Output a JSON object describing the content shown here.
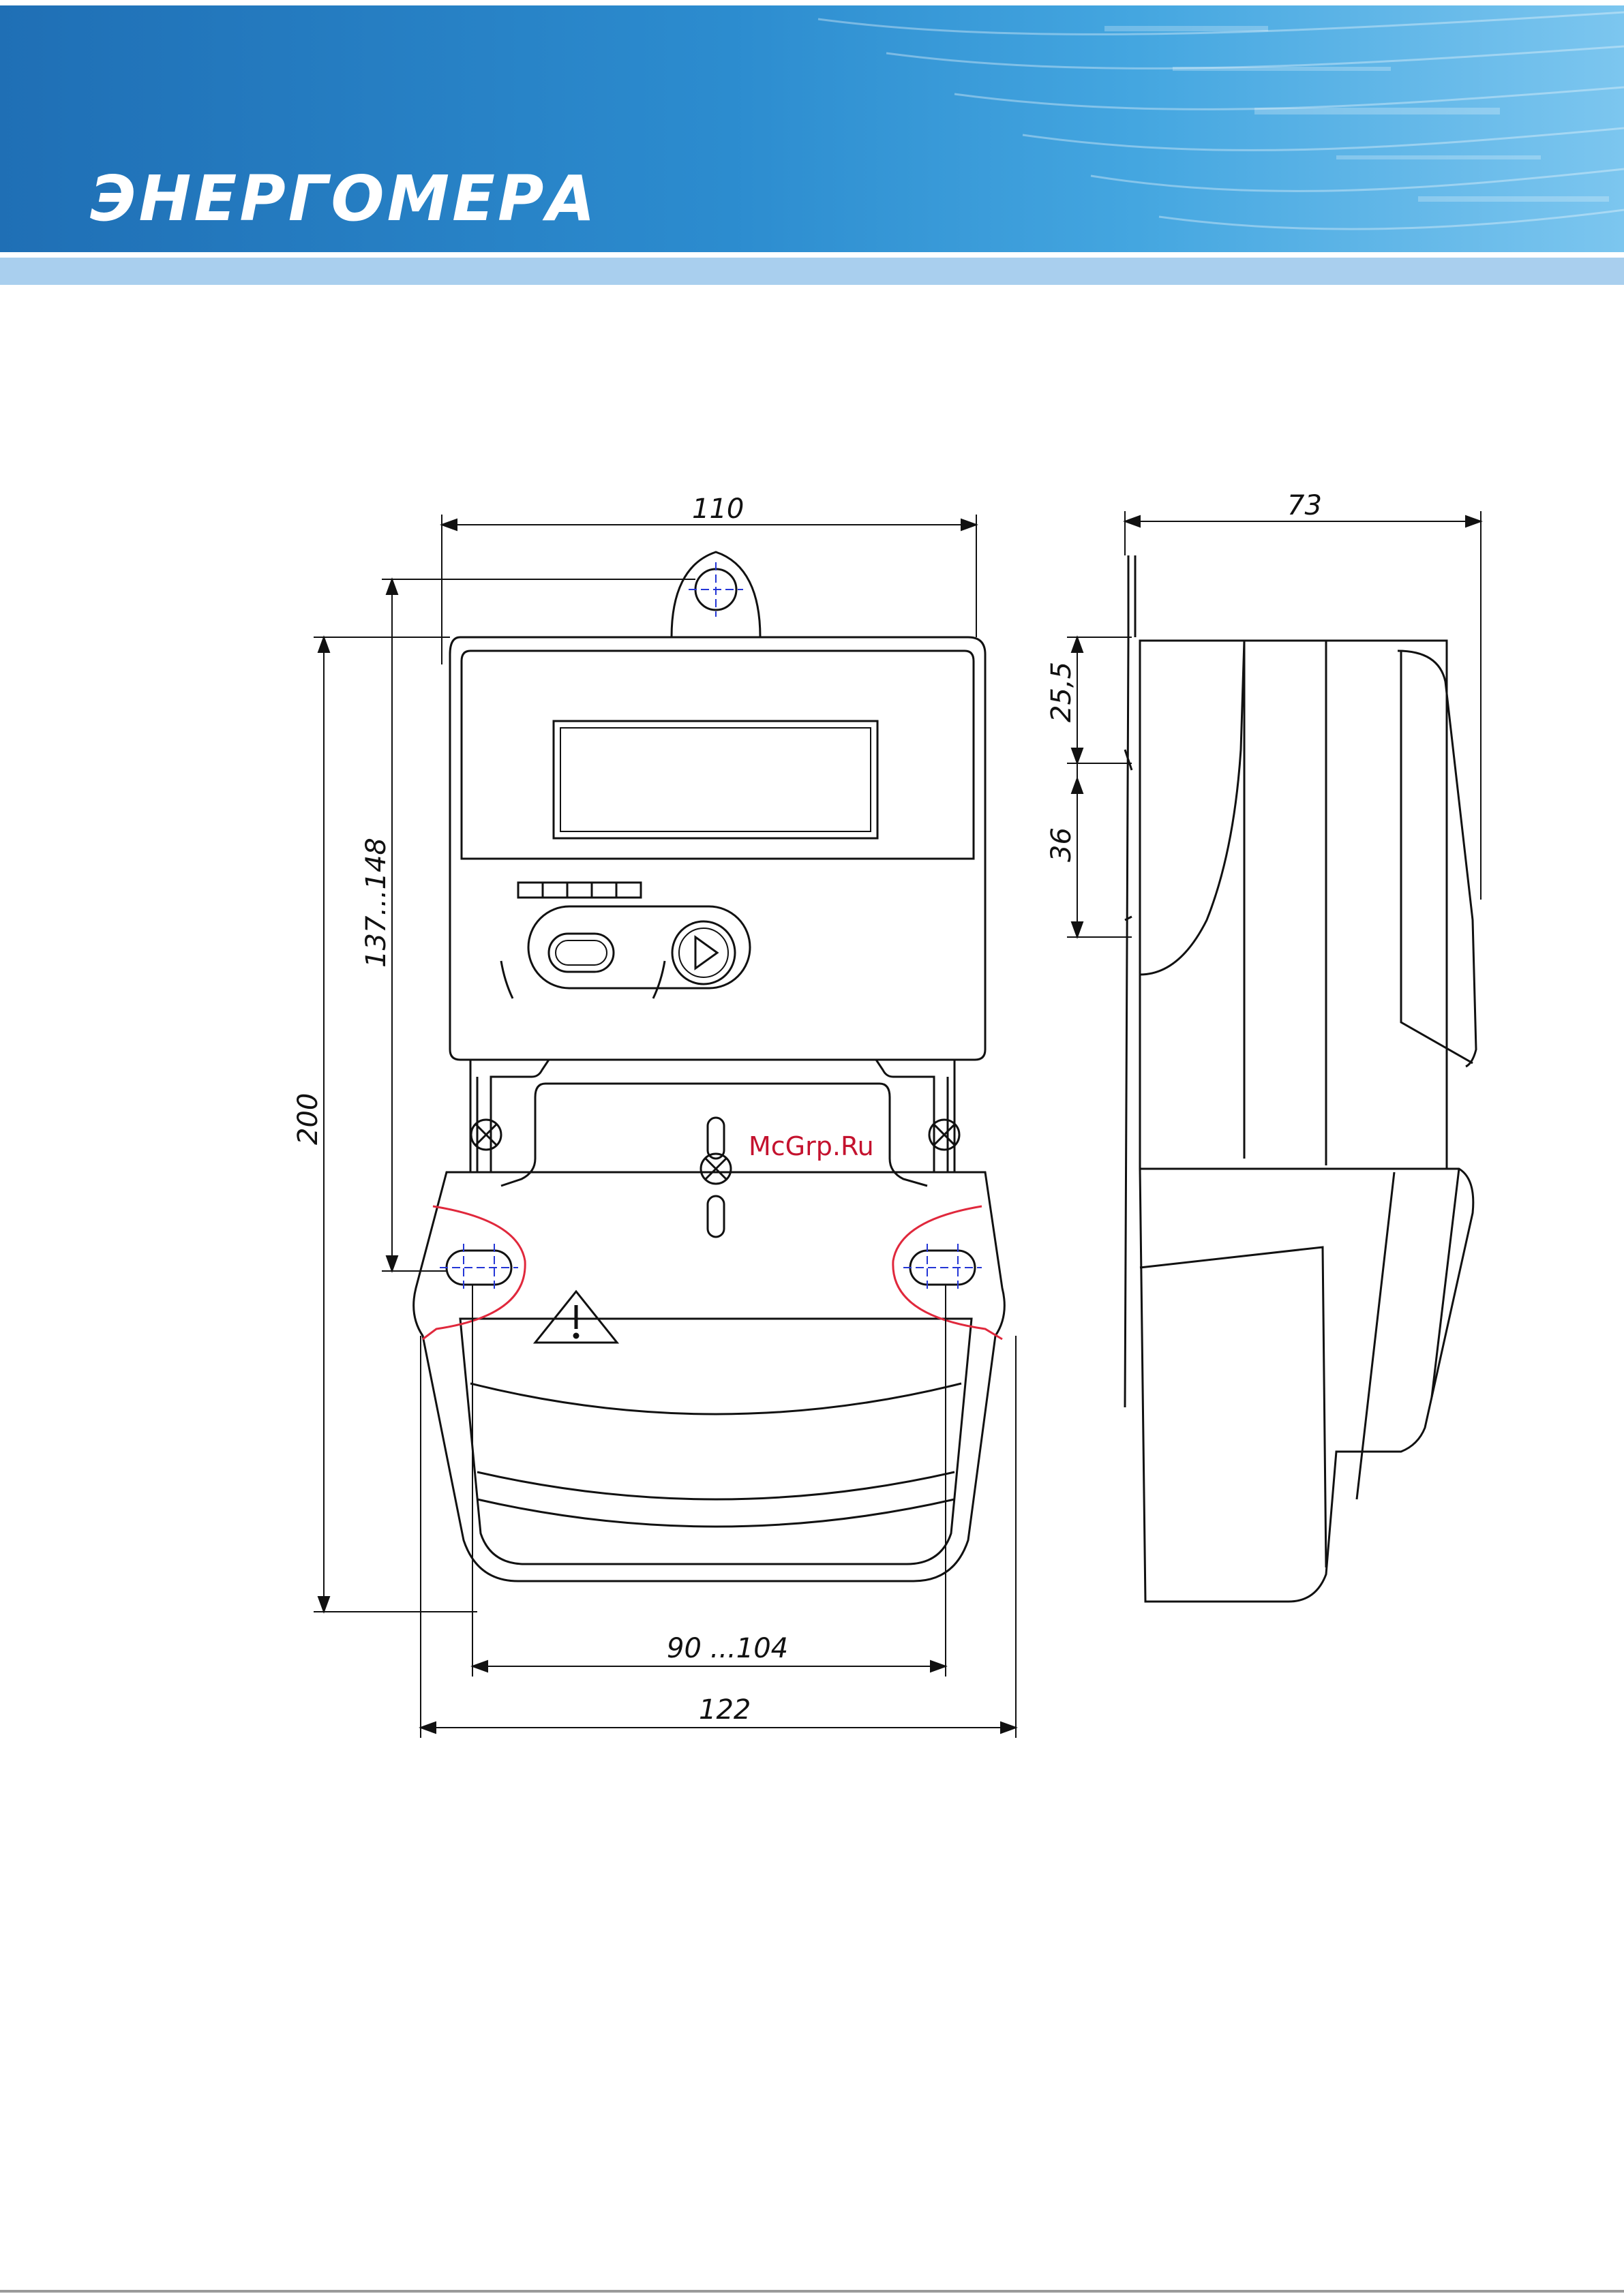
{
  "header": {
    "brand": "ЭНЕРГОМЕРА",
    "colors": {
      "band": "#2c8ccf",
      "rule": "#a9cfee",
      "brand_text": "#ffffff"
    }
  },
  "watermark": "McGrp.Ru",
  "front_view": {
    "dim_width_top": "110",
    "dim_height_total": "200",
    "dim_mounting_height": "137...148",
    "dim_mounting_spacing": "90 ...104",
    "dim_width_bottom": "122"
  },
  "side_view": {
    "dim_depth": "73",
    "dim_rail_top": "25,5",
    "dim_rail_height": "36"
  },
  "icons": {
    "warning": "warning-triangle-icon",
    "scroll_button": "play-button-icon"
  },
  "colors": {
    "outline": "#111111",
    "mount_zone": "#e0283c",
    "center_mark": "#2436d6"
  }
}
